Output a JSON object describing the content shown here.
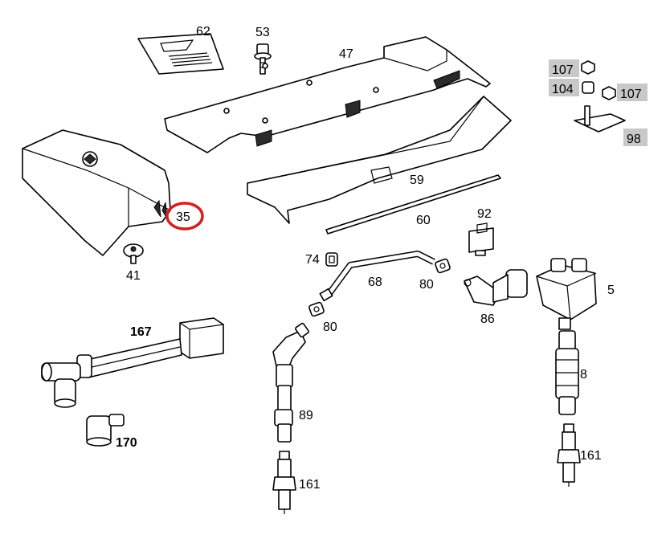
{
  "colors": {
    "highlight_circle": "#d42020",
    "tag_background": "#c8c8c8",
    "line": "#000000",
    "background": "#ffffff"
  },
  "labels": {
    "l62": "62",
    "l53": "53",
    "l47": "47",
    "l107a": "107",
    "l104": "104",
    "l107b": "107",
    "l98": "98",
    "l35": "35",
    "l41": "41",
    "l59": "59",
    "l60": "60",
    "l92": "92",
    "l74": "74",
    "l68": "68",
    "l80a": "80",
    "l80b": "80",
    "l5": "5",
    "l86": "86",
    "l167": "167",
    "l170": "170",
    "l89": "89",
    "l8": "8",
    "l161a": "161",
    "l161b": "161"
  },
  "highlighted_part": "35"
}
